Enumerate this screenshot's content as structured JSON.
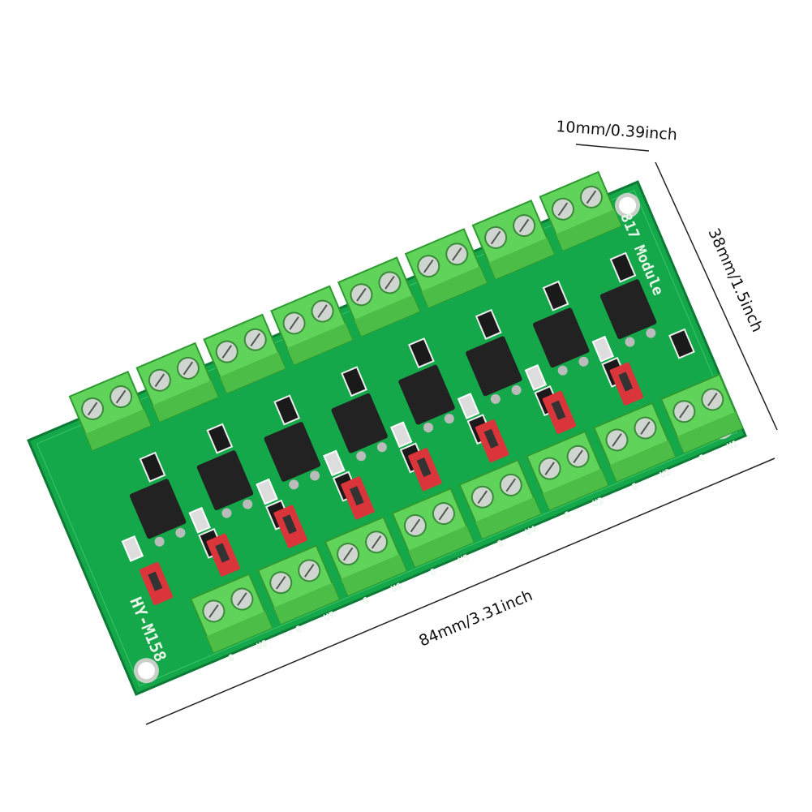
{
  "dimensions": {
    "depth_label": "10mm/0.39inch",
    "width_label": "38mm/1.5inch",
    "length_label": "84mm/3.31inch"
  },
  "board": {
    "model_label": "HY-M158",
    "module_label": "817 Module",
    "channel_count": 8,
    "ground_label": "G",
    "channel_labels": [
      "U8",
      "U7",
      "U6",
      "U5",
      "U4",
      "U3",
      "U2",
      "U1"
    ],
    "colors": {
      "pcb": "#14a84a",
      "terminal": "#5fd35a",
      "optocoupler": "#222222",
      "jumper": "#d9353b"
    }
  }
}
